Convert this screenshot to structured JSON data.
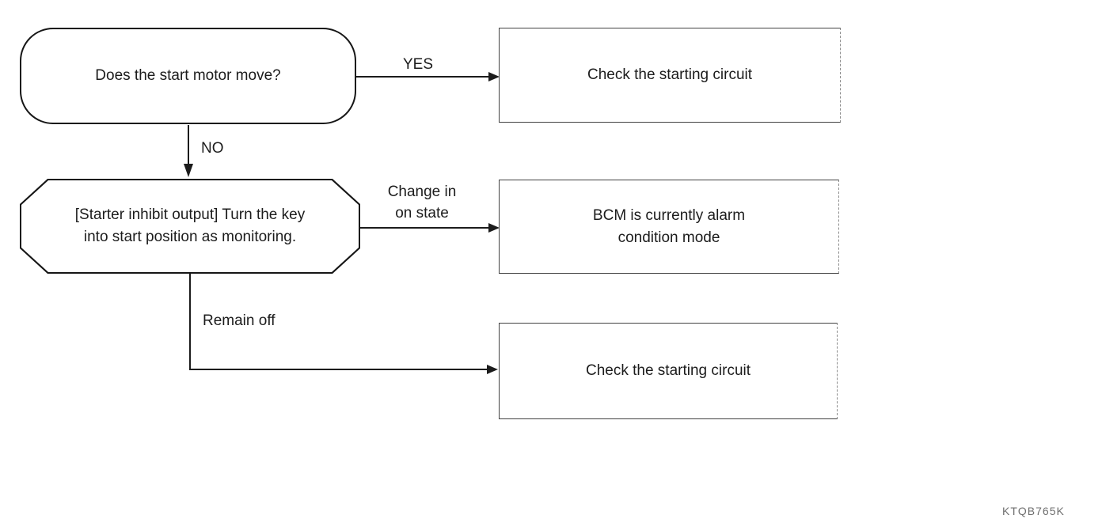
{
  "figure": {
    "code": "KTQB765K"
  },
  "nodes": {
    "start_decision": {
      "label": "Does the start motor move?"
    },
    "check_starting_circuit_top": {
      "label": "Check the starting circuit"
    },
    "starter_inhibit_monitor": {
      "lines": [
        "[Starter inhibit output] Turn the key",
        "into start position as monitoring."
      ]
    },
    "bcm_alarm_mode": {
      "lines": [
        "BCM is currently alarm",
        "condition mode"
      ]
    },
    "check_starting_circuit_bottom": {
      "label": "Check the starting circuit"
    }
  },
  "edge_labels": {
    "yes": "YES",
    "no": "NO",
    "change_in_on_state": [
      "Change in",
      "on state"
    ],
    "remain_off": "Remain off"
  },
  "colors": {
    "ink": "#1c1c1c",
    "box_border": "#414141",
    "background": "#ffffff"
  }
}
